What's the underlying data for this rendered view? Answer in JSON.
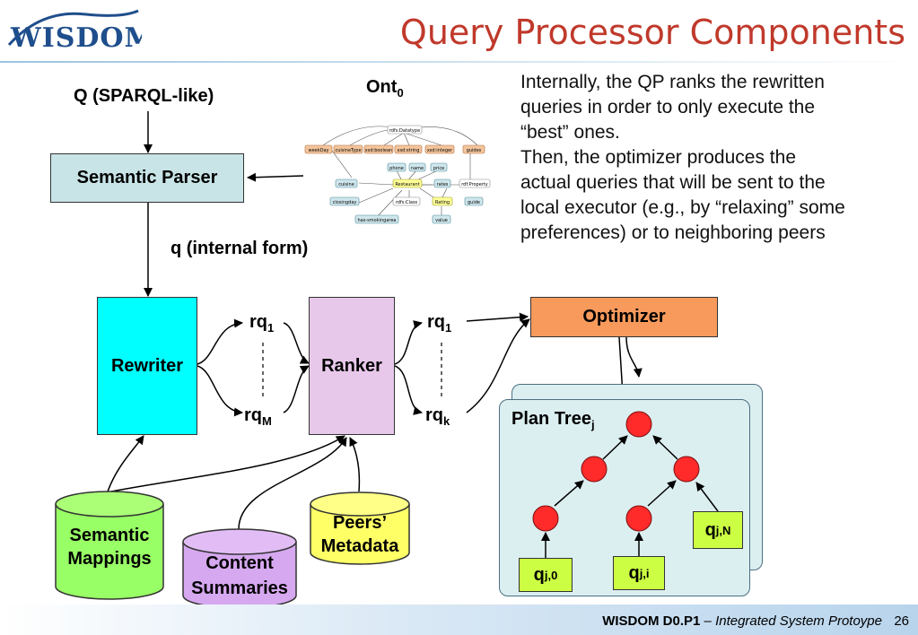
{
  "slide": {
    "title": "Query Processor Components",
    "page_number": "26"
  },
  "logo": {
    "text": "WISDOM"
  },
  "paragraph": {
    "lines": [
      "Internally, the QP ranks the rewritten",
      "queries in order to only execute the",
      "“best” ones.",
      "Then, the optimizer produces the",
      "actual queries that will be sent to the",
      "local executor (e.g., by “relaxing” some",
      "preferences) or to neighboring peers"
    ]
  },
  "diagram": {
    "query_label": "Q (SPARQL-like)",
    "ont_label": "Ont",
    "ont_sub": "0",
    "parser_label": "Semantic Parser",
    "internal_label": "q (internal form)",
    "rewriter_label": "Rewriter",
    "ranker_label": "Ranker",
    "optimizer_label": "Optimizer",
    "rq_top": "rq",
    "rq_top_sub": "1",
    "rq_bottom": "rq",
    "rq_bottom_sub": "M",
    "rq2_top": "rq",
    "rq2_top_sub": "1",
    "rq2_bottom": "rq",
    "rq2_bottom_sub": "k",
    "plan_tree": "Plan Tree",
    "plan_tree_sub": "j",
    "leaf_0": "q",
    "leaf_0_sub": "j,0",
    "leaf_i": "q",
    "leaf_i_sub": "j,i",
    "leaf_n": "q",
    "leaf_n_sub": "j,N",
    "cyl_mappings": [
      "Semantic",
      "Mappings"
    ],
    "cyl_summaries": [
      "Content",
      "Summaries"
    ],
    "cyl_peers": [
      "Peers’",
      "Metadata"
    ]
  },
  "ontology": {
    "nodes": [
      "rdfs:Datatype",
      "weekDay",
      "cuisineType",
      "xsd:boolean",
      "xsd:string",
      "xsd:integer",
      "guides",
      "phone",
      "name",
      "price",
      "cuisine",
      "Restaurant",
      "rates",
      "rdf:Property",
      "closingday",
      "rdfs:Class",
      "Rating",
      "guide",
      "has-smokingarea",
      "value"
    ]
  },
  "footer": {
    "project": "WISDOM D0.P1",
    "separator": " – ",
    "subtitle": "Integrated System Protoype"
  },
  "colors": {
    "title": "#c0392b",
    "parser_fill": "#c8e4e6",
    "rewriter_fill": "#00ffff",
    "ranker_fill": "#e8c8ea",
    "optimizer_fill": "#f79a5c",
    "plan_fill": "#dceff0",
    "tree_node": "#ff2a2a",
    "leaf_fill": "#ccff44",
    "cyl_green": "#99ff66",
    "cyl_purple": "#d6a8f0",
    "cyl_yellow": "#ffff66"
  }
}
